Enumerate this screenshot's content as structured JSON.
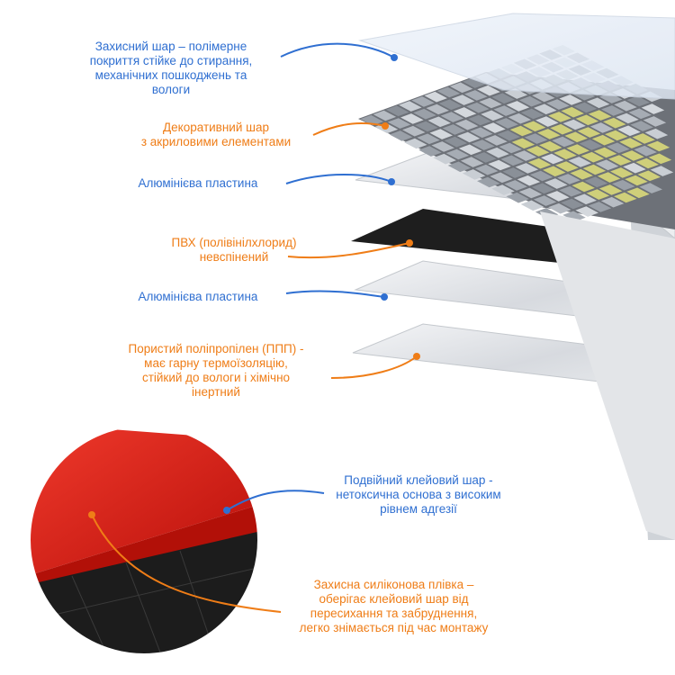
{
  "labels": {
    "protective_layer": "Захисний шар – полімерне\nпокриття стійке до стирання,\nмеханічних пошкоджень та\nвологи",
    "decorative_layer": "Декоративний шар\nз акриловими елементами",
    "aluminium_top": "Алюмінієва пластина",
    "pvc_layer": "ПВХ (полівінілхлорид)\nневспінений",
    "aluminium_bottom": "Алюмінієва пластина",
    "porous_pp": "Пористий поліпропілен (ППП) -\nмає гарну термоїзоляцію,\nстійкий до вологи і хімічно\nінертний",
    "adhesive_layer": "Подвійний клейовий шар -\nнетоксична основа з високим\nрівнем адгезії",
    "silicone_film": "Захисна силіконова плівка –\nоберігає клейовий шар від\nпересихання та забруднення,\nлегко знімається під час монтажу"
  },
  "colors": {
    "blue": "#2f6fd1",
    "orange": "#ef7d17",
    "pvc": "#1e1e1e",
    "film_red": "#e01a12",
    "aluminium": "#e4e6e9",
    "tile_gold": "#cfcf7a"
  }
}
